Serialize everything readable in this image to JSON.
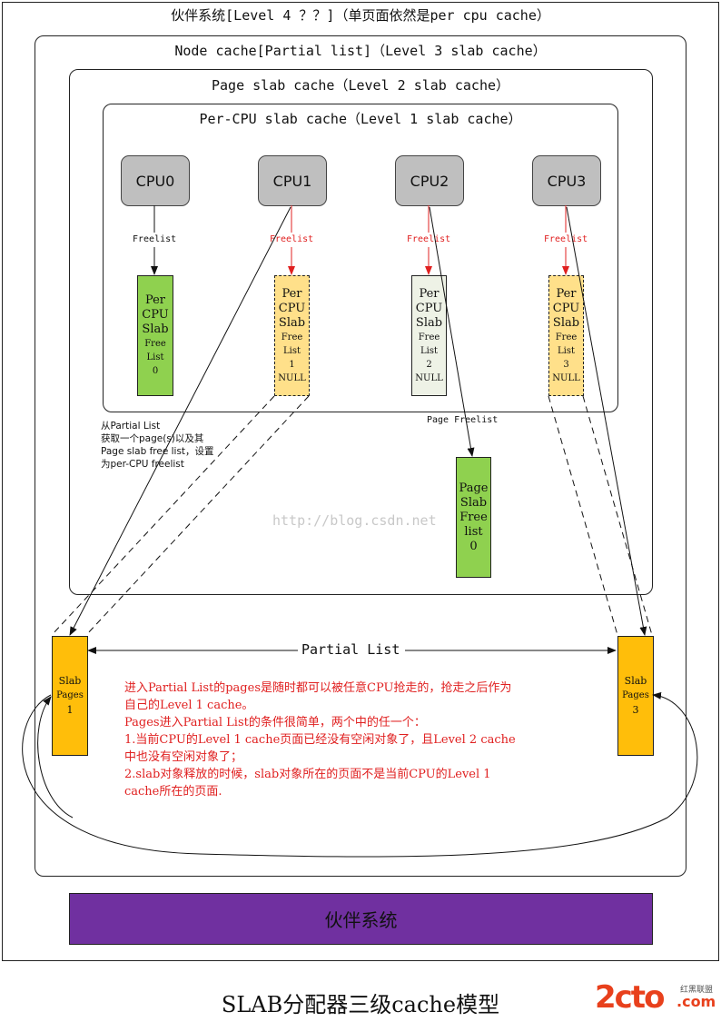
{
  "outer_title": "伙伴系统[Level 4 ？？]（单页面依然是per cpu cache）",
  "node_cache_title": "Node cache[Partial list]（Level 3 slab cache）",
  "page_slab_title": "Page slab cache（Level 2 slab cache）",
  "per_cpu_title": "Per-CPU slab cache（Level 1 slab cache）",
  "cpus": [
    {
      "label": "CPU0"
    },
    {
      "label": "CPU1"
    },
    {
      "label": "CPU2"
    },
    {
      "label": "CPU3"
    }
  ],
  "freelist_label": "Freelist",
  "freelists": [
    {
      "l1": "Per",
      "l2": "CPU",
      "l3": "Slab",
      "l4": "Free",
      "l5": "List",
      "l6": "0",
      "l7": ""
    },
    {
      "l1": "Per",
      "l2": "CPU",
      "l3": "Slab",
      "l4": "Free",
      "l5": "List",
      "l6": "1",
      "l7": "NULL"
    },
    {
      "l1": "Per",
      "l2": "CPU",
      "l3": "Slab",
      "l4": "Free",
      "l5": "List",
      "l6": "2",
      "l7": "NULL"
    },
    {
      "l1": "Per",
      "l2": "CPU",
      "l3": "Slab",
      "l4": "Free",
      "l5": "List",
      "l6": "3",
      "l7": "NULL"
    }
  ],
  "page_freelist_label": "Page Freelist",
  "page_slab_freelist": {
    "l1": "Page",
    "l2": "Slab",
    "l3": "Free",
    "l4": "list",
    "l5": "0"
  },
  "partial_note": {
    "line1": "从Partial List",
    "line2": "获取一个page(s)以及其",
    "line3": "Page slab free list，设置",
    "line4": "为per-CPU freelist"
  },
  "watermark": "http://blog.csdn.net",
  "partial_list_label": "Partial List",
  "slab_pages": [
    {
      "l1": "Slab",
      "l2": "Pages",
      "l3": "1"
    },
    {
      "l1": "Slab",
      "l2": "Pages",
      "l3": "3"
    }
  ],
  "red_note": {
    "line1": "进入Partial List的pages是随时都可以被任意CPU抢走的，抢走之后作为",
    "line2": "自己的Level 1 cache。",
    "line3": "Pages进入Partial List的条件很简单，两个中的任一个：",
    "line4": "1.当前CPU的Level 1 cache页面已经没有空闲对象了，且Level 2 cache",
    "line5": "  中也没有空闲对象了；",
    "line6": "2.slab对象释放的时候，slab对象所在的页面不是当前CPU的Level 1",
    "line7": "  cache所在的页面."
  },
  "buddy_label": "伙伴系统",
  "caption": "SLAB分配器三级cache模型",
  "logo": {
    "main": "2cto",
    "suffix": ".com",
    "cn": "红黑联盟"
  },
  "colors": {
    "cpu_gray": "#bfbfbf",
    "freelist_green": "#8fd14f",
    "freelist_yellow": "#ffe08a",
    "freelist_white": "#eef2e6",
    "slab_orange": "#ffbe0a",
    "buddy_purple": "#7030a0",
    "note_red": "#e02020"
  }
}
